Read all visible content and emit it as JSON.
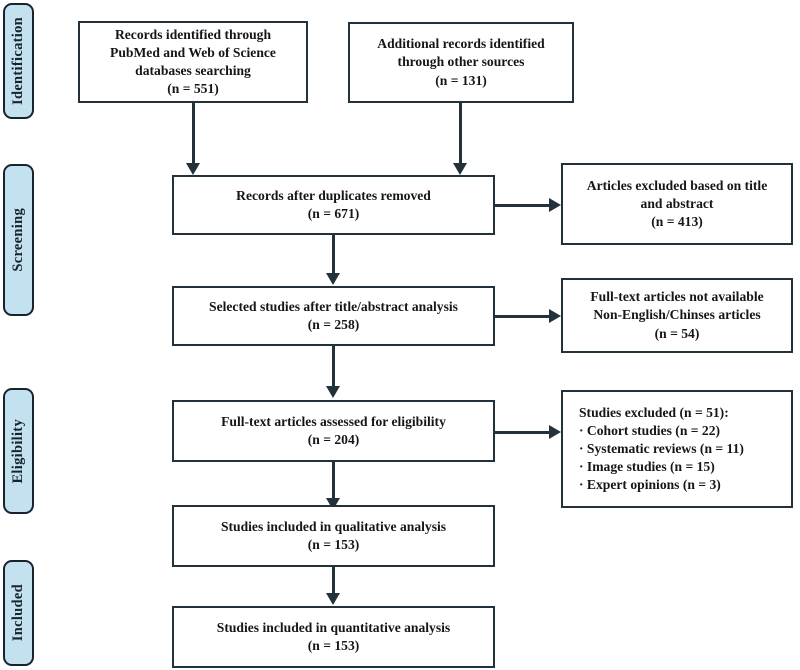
{
  "diagram": {
    "title": "PRISMA study selection flow diagram",
    "colors": {
      "stage_fill": "#c3e1ef",
      "stage_border": "#17232e",
      "box_border": "#23313b",
      "box_fill": "#ffffff",
      "connector": "#23313b",
      "text": "#161616"
    },
    "stages": [
      {
        "id": "identification",
        "label": "Identification"
      },
      {
        "id": "screening",
        "label": "Screening"
      },
      {
        "id": "eligibility",
        "label": "Eligibility"
      },
      {
        "id": "included",
        "label": "Included"
      }
    ],
    "boxes": [
      {
        "id": "records-identified-databases",
        "line1": "Records identified through",
        "line2": "PubMed and Web of Science",
        "line3": "databases searching",
        "line4": "(n = 551)",
        "count": 551
      },
      {
        "id": "additional-records-other-sources",
        "line1": "Additional records identified",
        "line2": "through other sources",
        "line3": "(n = 131)",
        "count": 131
      },
      {
        "id": "records-after-duplicates-removed",
        "line1": "Records after duplicates removed",
        "line2": "(n = 671)",
        "count": 671
      },
      {
        "id": "articles-excluded-title-abstract",
        "line1": "Articles excluded based on title",
        "line2": "and abstract",
        "line3": "(n = 413)",
        "count": 413
      },
      {
        "id": "selected-studies-title-abstract",
        "line1": "Selected studies after title/abstract analysis",
        "line2": "(n = 258)",
        "count": 258
      },
      {
        "id": "full-text-not-available",
        "line1": "Full-text articles not available",
        "line2": "Non-English/Chinses articles",
        "line3": "(n = 54)",
        "count": 54
      },
      {
        "id": "full-text-assessed-eligibility",
        "line1": "Full-text articles assessed for eligibility",
        "line2": "(n = 204)",
        "count": 204
      },
      {
        "id": "studies-excluded-reasons",
        "line1": "Studies excluded (n = 51):",
        "line2": "· Cohort studies (n = 22)",
        "line3": "· Systematic reviews (n = 11)",
        "line4": "· Image studies (n = 15)",
        "line5": "· Expert opinions (n = 3)",
        "count": 51
      },
      {
        "id": "included-qualitative",
        "line1": "Studies included in qualitative analysis",
        "line2": "(n = 153)",
        "count": 153
      },
      {
        "id": "included-quantitative",
        "line1": "Studies included in quantitative analysis",
        "line2": "(n = 153)",
        "count": 153
      }
    ]
  },
  "chart_data": {
    "type": "diagram",
    "title": "PRISMA flow diagram",
    "nodes": [
      {
        "stage": "Identification",
        "label": "Records identified through PubMed and Web of Science databases searching",
        "n": 551
      },
      {
        "stage": "Identification",
        "label": "Additional records identified through other sources",
        "n": 131
      },
      {
        "stage": "Screening",
        "label": "Records after duplicates removed",
        "n": 671
      },
      {
        "stage": "Screening",
        "label": "Articles excluded based on title and abstract",
        "n": 413
      },
      {
        "stage": "Screening",
        "label": "Selected studies after title/abstract analysis",
        "n": 258
      },
      {
        "stage": "Screening",
        "label": "Full-text articles not available Non-English/Chinses articles",
        "n": 54
      },
      {
        "stage": "Eligibility",
        "label": "Full-text articles assessed for eligibility",
        "n": 204
      },
      {
        "stage": "Eligibility",
        "label": "Studies excluded",
        "n": 51,
        "reasons": [
          {
            "label": "Cohort studies",
            "n": 22
          },
          {
            "label": "Systematic reviews",
            "n": 11
          },
          {
            "label": "Image studies",
            "n": 15
          },
          {
            "label": "Expert opinions",
            "n": 3
          }
        ]
      },
      {
        "stage": "Included",
        "label": "Studies included in qualitative analysis",
        "n": 153
      },
      {
        "stage": "Included",
        "label": "Studies included in quantitative analysis",
        "n": 153
      }
    ]
  }
}
